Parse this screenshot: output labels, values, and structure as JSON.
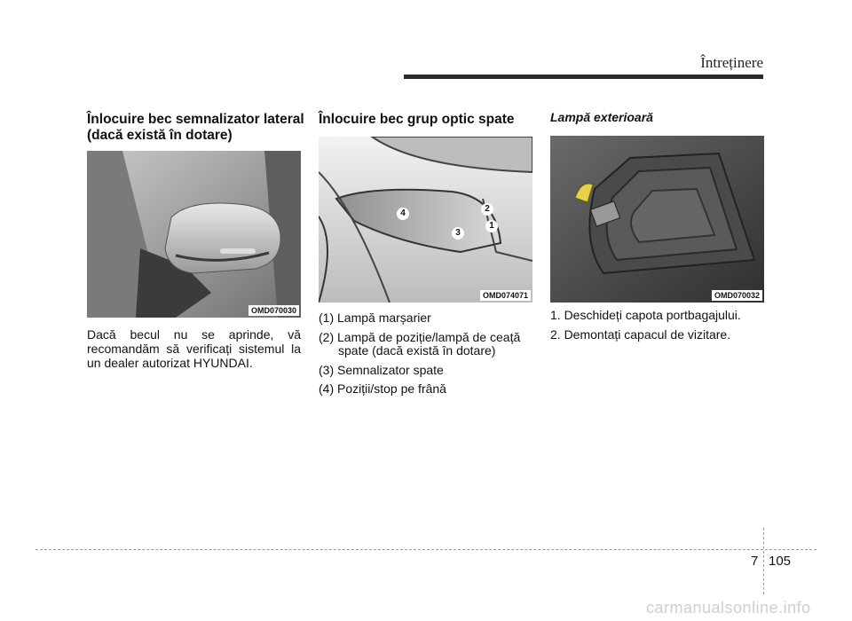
{
  "header": {
    "section": "Întreținere"
  },
  "col1": {
    "heading": "Înlocuire bec semnalizator lateral (dacă există în dotare)",
    "figure_code": "OMD070030",
    "text": "Dacă becul nu se aprinde, vă recomandăm să verificați sistemul la un dealer autorizat HYUNDAI."
  },
  "col2": {
    "heading": "Înlocuire bec grup optic spate",
    "figure_code": "OMD074071",
    "callouts": [
      "4",
      "2",
      "3",
      "1"
    ],
    "items": [
      "(1) Lampă marșarier",
      "(2) Lampă de poziție/lampă de ceață spate (dacă există în dotare)",
      "(3) Semnalizator spate",
      "(4) Poziții/stop pe frână"
    ]
  },
  "col3": {
    "heading": "Lampă exterioară",
    "figure_code": "OMD070032",
    "steps": [
      "1. Deschideți capota portbagajului.",
      "2. Demontați capacul de vizitare."
    ]
  },
  "footer": {
    "chapter": "7",
    "page": "105",
    "watermark": "carmanualsonline.info"
  }
}
